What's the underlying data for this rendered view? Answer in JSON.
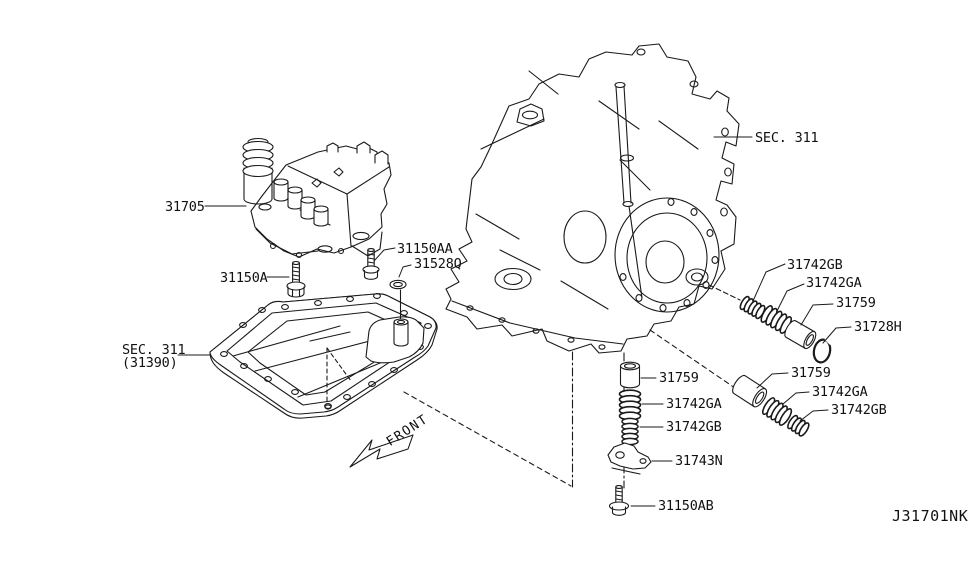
{
  "diagram": {
    "drawing_code": "J31701NK",
    "front_indicator": "FRONT",
    "section_refs": {
      "case": "SEC. 311",
      "pan_line1": "SEC. 311",
      "pan_line2": "(31390)"
    },
    "part_labels": {
      "valve_body": "31705",
      "bolt_a": "31150A",
      "bolt_aa": "31150AA",
      "washer": "31528Q",
      "spring_gb_upper": "31742GB",
      "spring_ga_upper": "31742GA",
      "valve_upper": "31759",
      "snap_ring": "31728H",
      "valve_middle": "31759",
      "spring_ga_middle": "31742GA",
      "spring_gb_middle": "31742GB",
      "bracket": "31743N",
      "bolt_ab": "31150AB",
      "valve_right": "31759",
      "spring_ga_right": "31742GA",
      "spring_gb_right": "31742GB"
    },
    "colors": {
      "line": "#1a1a1a",
      "background": "#ffffff"
    }
  }
}
